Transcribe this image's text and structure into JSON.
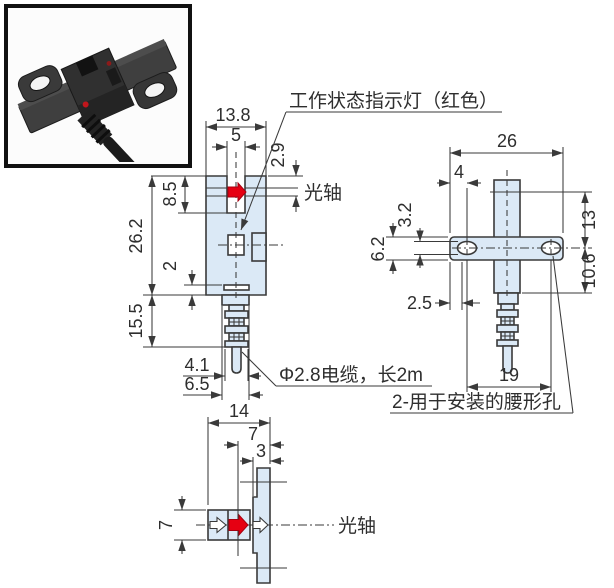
{
  "drawing": {
    "colors": {
      "body_fill": "#dbe9f6",
      "line": "#3a3a3a",
      "accent_red": "#e60012",
      "photo_border": "#111111"
    },
    "callouts": {
      "indicator": "工作状态指示灯（红色）",
      "optical_axis_front": "光轴",
      "optical_axis_bottom": "光轴",
      "cable": "Φ2.8电缆，长2m",
      "mounting_holes": "2-用于安装的腰形孔"
    },
    "front": {
      "width": "13.8",
      "slot_width": "5",
      "axis_offset": "2.9",
      "slot_depth": "8.5",
      "height": "26.2",
      "mark_offset": "2",
      "relief_length": "15.5",
      "relief_width": "4.1",
      "neck_width": "6.5"
    },
    "side": {
      "width": "26",
      "hole_offset": "4",
      "hole_height": "3.2",
      "flange_height": "6.2",
      "edge_to_hole": "2.5",
      "axis_to_hole": "13",
      "hole_to_bottom": "10.6",
      "hole_pitch": "19"
    },
    "bottom": {
      "width": "14",
      "axis_to_face": "7",
      "wall": "3",
      "arm_height": "7"
    }
  }
}
